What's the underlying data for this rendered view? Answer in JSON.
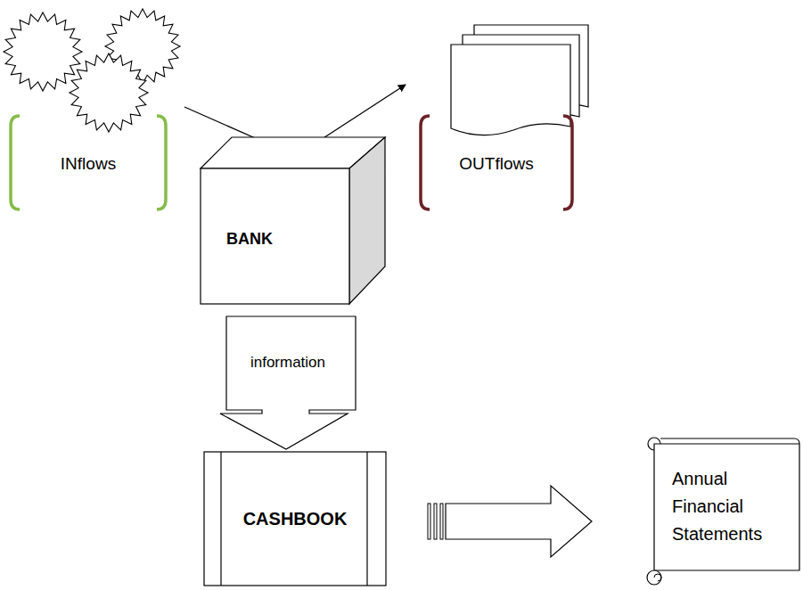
{
  "diagram": {
    "nodes": [
      {
        "text": [
          "BANK"
        ]
      },
      {
        "text": [
          "information"
        ]
      },
      {
        "text": [
          "CASHBOOK"
        ]
      },
      {
        "text": [
          "Annual Financial Statements"
        ]
      }
    ],
    "edges": [
      {
        "from": 2,
        "to": 3,
        "arrow": "to"
      }
    ],
    "labels": [
      "INflows",
      "OUTflows"
    ]
  }
}
